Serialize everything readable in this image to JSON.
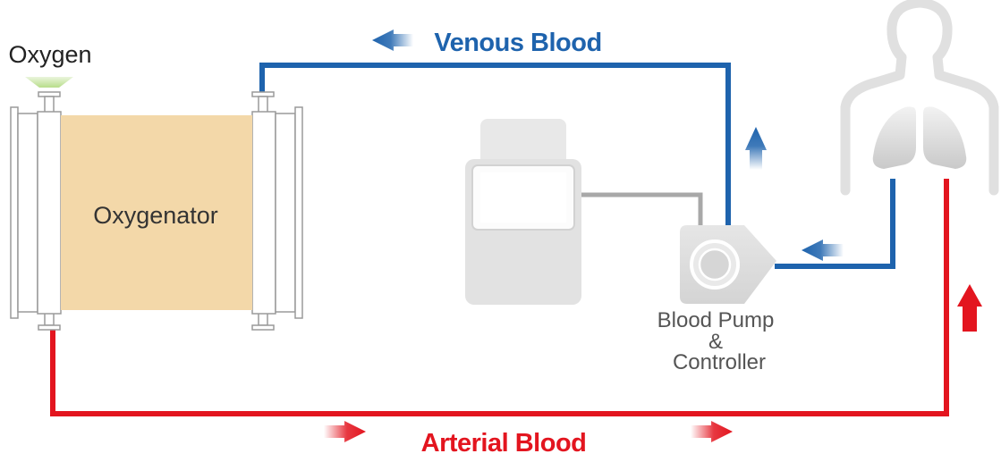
{
  "labels": {
    "oxygen": "Oxygen",
    "oxygenator": "Oxygenator",
    "pump_line1": "Blood Pump",
    "pump_line2": "&",
    "pump_line3": "Controller",
    "venous": "Venous Blood",
    "arterial": "Arterial Blood"
  },
  "colors": {
    "venous": "#1e63ad",
    "arterial": "#e3151f",
    "oxygenator_fill": "#f3d8a9",
    "device_gray": "#e2e2e2",
    "oxygen_gas": "#b8dd8a"
  }
}
